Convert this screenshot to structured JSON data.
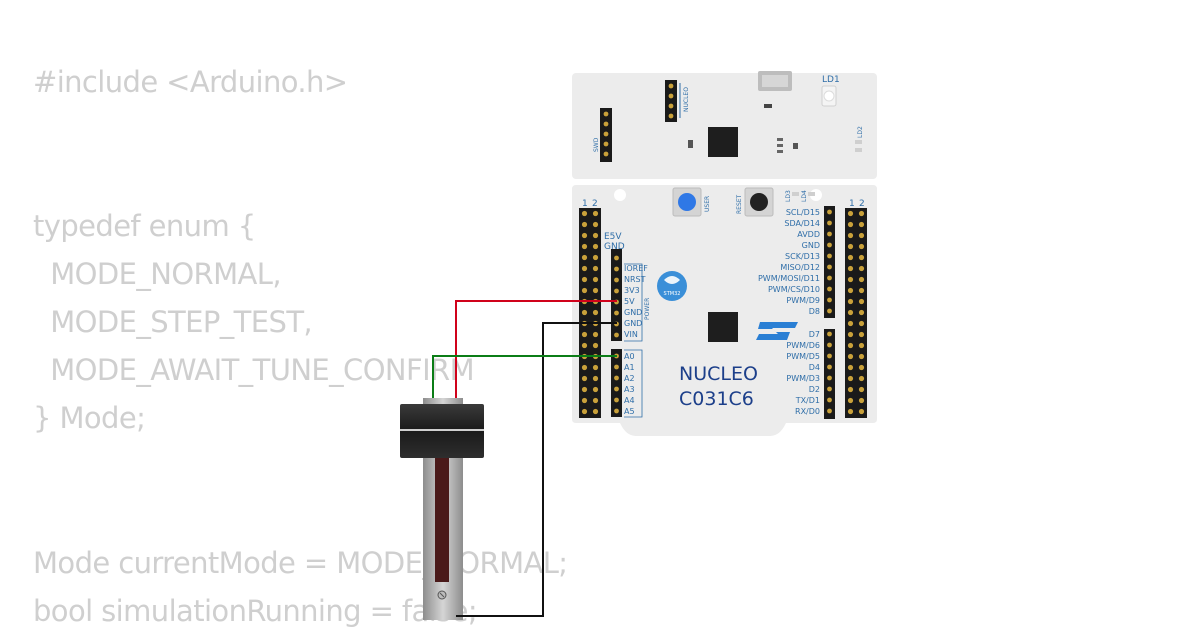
{
  "code_lines": [
    {
      "text": "#include <Arduino.h>"
    },
    {
      "text": "typedef enum {"
    },
    {
      "text": "  MODE_NORMAL,"
    },
    {
      "text": "  MODE_STEP_TEST,"
    },
    {
      "text": "  MODE_AWAIT_TUNE_CONFIRM"
    },
    {
      "text": "} Mode;"
    },
    {
      "text": "Mode currentMode = MODE_NORMAL;"
    },
    {
      "text": "bool simulationRunning = false;"
    }
  ],
  "board": {
    "name": "NUCLEO",
    "model": "C031C6",
    "chip_label": "STM32",
    "swd_label": "SWD",
    "nucleo_small": "NUCLEO",
    "power_label": "POWER",
    "user_button": "USER",
    "reset_button": "RESET",
    "leds": [
      "LD1",
      "LD2",
      "LD3",
      "LD4"
    ],
    "header_numbers_left": [
      "1",
      "2"
    ],
    "header_numbers_right": [
      "1",
      "2"
    ],
    "left_labels_top": [
      "E5V",
      "GND"
    ],
    "power_pins": [
      "IOREF",
      "NRST",
      "3V3",
      "5V",
      "GND",
      "GND",
      "VIN"
    ],
    "analog_pins": [
      "A0",
      "A1",
      "A2",
      "A3",
      "A4",
      "A5"
    ],
    "digital_pins_top": [
      "SCL/D15",
      "SDA/D14",
      "AVDD",
      "GND",
      "SCK/D13",
      "MISO/D12",
      "PWM/MOSI/D11",
      "PWM/CS/D10",
      "PWM/D9",
      "D8"
    ],
    "digital_pins_bottom": [
      "D7",
      "PWM/D6",
      "PWM/D5",
      "D4",
      "PWM/D3",
      "D2",
      "TX/D1",
      "RX/D0"
    ]
  },
  "wires": [
    {
      "name": "5V",
      "color": "#d0021b"
    },
    {
      "name": "GND",
      "color": "#111111"
    },
    {
      "name": "A0",
      "color": "#0b7d16"
    }
  ],
  "colors": {
    "code_text": "#cfcfcf",
    "board_fill": "#ececec",
    "pin_label": "#2f6ea8",
    "title": "#1c3f8a",
    "st_logo": "#2a7fd4"
  }
}
